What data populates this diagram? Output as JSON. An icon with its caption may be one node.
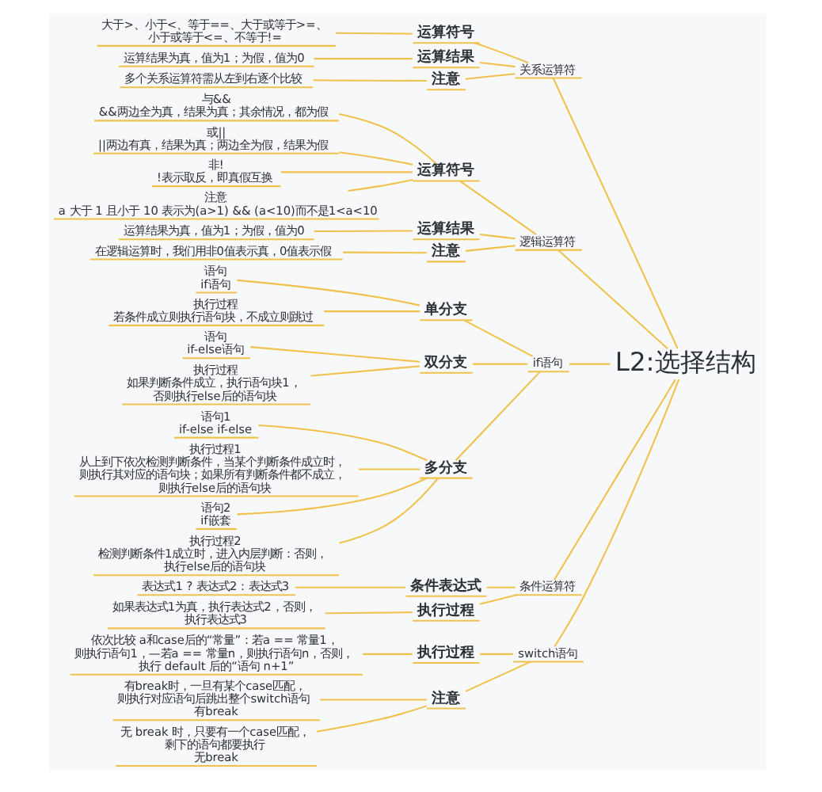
{
  "diagram": {
    "nodes": [
      {
        "text": [
          "L2:选择结构"
        ]
      },
      {
        "text": [
          "关系运算符"
        ]
      },
      {
        "text": [
          "运算符号"
        ]
      },
      {
        "text": [
          "大于>、小于<、等于==、大于或等于>=、小于或等于<=、不等于!="
        ]
      },
      {
        "text": [
          "运算结果"
        ]
      },
      {
        "text": [
          "运算结果为真，值为1；为假，值为0"
        ]
      },
      {
        "text": [
          "注意"
        ]
      },
      {
        "text": [
          "多个关系运算符需从左到右逐个比较"
        ]
      },
      {
        "text": [
          "逻辑运算符"
        ]
      },
      {
        "text": [
          "运算符号"
        ]
      },
      {
        "text": [
          "与&&",
          "&&两边全为真，结果为真；其余情况，都为假"
        ]
      },
      {
        "text": [
          "或||",
          "||两边有真，结果为真；两边全为假，结果为假"
        ]
      },
      {
        "text": [
          "非!",
          "!表示取反，即真假互换"
        ]
      },
      {
        "text": [
          "注意",
          "a 大于 1 且小于 10 表示为(a>1) && (a<10)而不是1<a<10"
        ]
      },
      {
        "text": [
          "运算结果"
        ]
      },
      {
        "text": [
          "运算结果为真，值为1；为假，值为0"
        ]
      },
      {
        "text": [
          "注意"
        ]
      },
      {
        "text": [
          "在逻辑运算时，我们用非0值表示真，0值表示假"
        ]
      },
      {
        "text": [
          "if语句"
        ]
      },
      {
        "text": [
          "单分支"
        ]
      },
      {
        "text": [
          "语句",
          "if语句"
        ]
      },
      {
        "text": [
          "执行过程",
          "若条件成立则执行语句块，不成立则跳过"
        ]
      },
      {
        "text": [
          "双分支"
        ]
      },
      {
        "text": [
          "语句",
          "if-else语句"
        ]
      },
      {
        "text": [
          "执行过程",
          "如果判断条件成立，执行语句块1，否则执行else后的语句块"
        ]
      },
      {
        "text": [
          "多分支"
        ]
      },
      {
        "text": [
          "语句1",
          "if-else if-else"
        ]
      },
      {
        "text": [
          "执行过程1",
          "从上到下依次检测判断条件，当某个判断条件成立时，则执行其对应的语句块；如果所有判断条件都不成立，则执行else后的语句块"
        ]
      },
      {
        "text": [
          "语句2",
          "if嵌套"
        ]
      },
      {
        "text": [
          "执行过程2",
          "检测判断条件1成立时，进入内层判断：否则，执行else后的语句块"
        ]
      },
      {
        "text": [
          "条件运算符"
        ]
      },
      {
        "text": [
          "条件表达式"
        ]
      },
      {
        "text": [
          "表达式1 ? 表达式2 : 表达式3"
        ]
      },
      {
        "text": [
          "执行过程"
        ]
      },
      {
        "text": [
          "如果表达式1为真，执行表达式2，否则，执行表达式3"
        ]
      },
      {
        "text": [
          "switch语句"
        ]
      },
      {
        "text": [
          "执行过程"
        ]
      },
      {
        "text": [
          "依次比较 a和case后的“常量”：若a == 常量1，则执行语句1，—若a == 常量n，则执行语句n，否则，执行 default 后的“语句 n+1”"
        ]
      },
      {
        "text": [
          "注意"
        ]
      },
      {
        "text": [
          "有break时，一旦有某个case匹配，则执行对应语句后跳出整个switch语句",
          "有break"
        ]
      },
      {
        "text": [
          "无 break 时，只要有一个case匹配，剩下的语句都要执行",
          "无break"
        ]
      }
    ],
    "edges": [
      {
        "from": 0,
        "to": 1,
        "arrow": "none"
      },
      {
        "from": 1,
        "to": 2,
        "arrow": "none"
      },
      {
        "from": 2,
        "to": 3,
        "arrow": "none"
      },
      {
        "from": 1,
        "to": 4,
        "arrow": "none"
      },
      {
        "from": 4,
        "to": 5,
        "arrow": "none"
      },
      {
        "from": 1,
        "to": 6,
        "arrow": "none"
      },
      {
        "from": 6,
        "to": 7,
        "arrow": "none"
      },
      {
        "from": 0,
        "to": 8,
        "arrow": "none"
      },
      {
        "from": 8,
        "to": 9,
        "arrow": "none"
      },
      {
        "from": 9,
        "to": 10,
        "arrow": "none"
      },
      {
        "from": 9,
        "to": 11,
        "arrow": "none"
      },
      {
        "from": 9,
        "to": 12,
        "arrow": "none"
      },
      {
        "from": 9,
        "to": 13,
        "arrow": "none"
      },
      {
        "from": 8,
        "to": 14,
        "arrow": "none"
      },
      {
        "from": 14,
        "to": 15,
        "arrow": "none"
      },
      {
        "from": 8,
        "to": 16,
        "arrow": "none"
      },
      {
        "from": 16,
        "to": 17,
        "arrow": "none"
      },
      {
        "from": 0,
        "to": 18,
        "arrow": "none"
      },
      {
        "from": 18,
        "to": 19,
        "arrow": "none"
      },
      {
        "from": 19,
        "to": 20,
        "arrow": "none"
      },
      {
        "from": 19,
        "to": 21,
        "arrow": "none"
      },
      {
        "from": 18,
        "to": 22,
        "arrow": "none"
      },
      {
        "from": 22,
        "to": 23,
        "arrow": "none"
      },
      {
        "from": 22,
        "to": 24,
        "arrow": "none"
      },
      {
        "from": 18,
        "to": 25,
        "arrow": "none"
      },
      {
        "from": 25,
        "to": 26,
        "arrow": "none"
      },
      {
        "from": 25,
        "to": 27,
        "arrow": "none"
      },
      {
        "from": 25,
        "to": 28,
        "arrow": "none"
      },
      {
        "from": 25,
        "to": 29,
        "arrow": "none"
      },
      {
        "from": 0,
        "to": 30,
        "arrow": "none"
      },
      {
        "from": 30,
        "to": 31,
        "arrow": "none"
      },
      {
        "from": 31,
        "to": 32,
        "arrow": "none"
      },
      {
        "from": 30,
        "to": 33,
        "arrow": "none"
      },
      {
        "from": 33,
        "to": 34,
        "arrow": "none"
      },
      {
        "from": 0,
        "to": 35,
        "arrow": "none"
      },
      {
        "from": 35,
        "to": 36,
        "arrow": "none"
      },
      {
        "from": 36,
        "to": 37,
        "arrow": "none"
      },
      {
        "from": 35,
        "to": 38,
        "arrow": "none"
      },
      {
        "from": 38,
        "to": 39,
        "arrow": "none"
      },
      {
        "from": 38,
        "to": 40,
        "arrow": "none"
      }
    ]
  }
}
